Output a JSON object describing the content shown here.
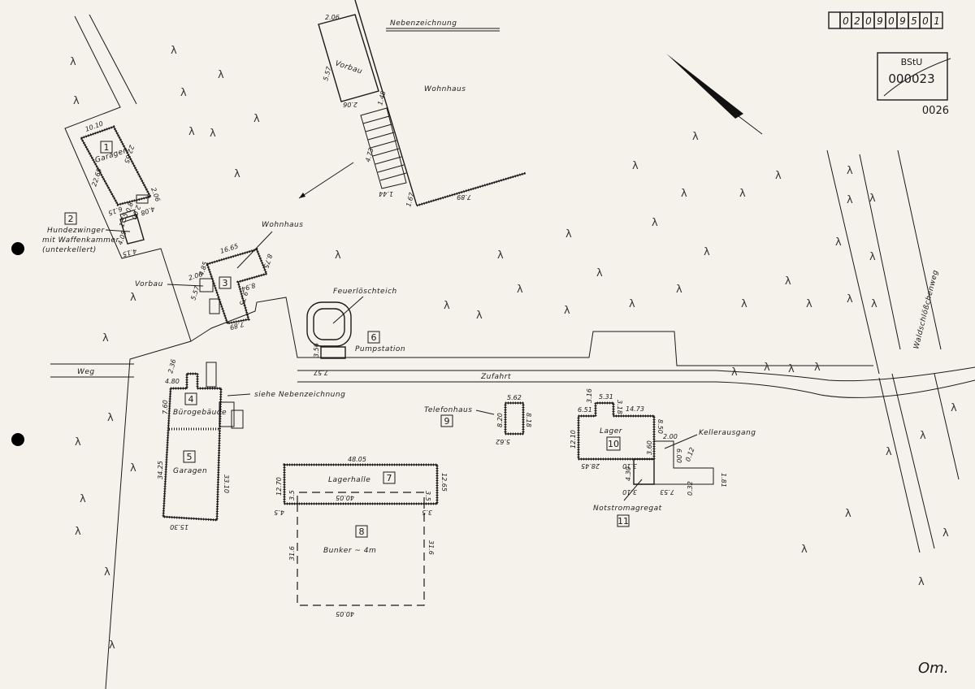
{
  "header": {
    "title": "Nebenzeichnung",
    "file_number_digits": [
      "",
      "0",
      "2",
      "0",
      "9",
      "0",
      "9",
      "5",
      "0",
      "1"
    ],
    "stamp_org": "BStU",
    "stamp_number": "000023",
    "page_number": "0026",
    "signature": "Om."
  },
  "detail_drawing": {
    "building_label": "Wohnhaus",
    "porch_label": "Vorbau",
    "dims": [
      "2.06",
      "5.57",
      "2.06",
      "1.48",
      "4.73",
      "1.44",
      "1.67",
      "7.89"
    ]
  },
  "roads": {
    "path_label": "Weg",
    "driveway_label": "Zufahrt",
    "street_label": "Waldschlößchenweg"
  },
  "buildings": [
    {
      "number": "1",
      "label": "Garagen",
      "dims": [
        "10.10",
        "22.65",
        "22.65",
        "6.15",
        "2.06",
        "2.00",
        "4.08"
      ]
    },
    {
      "number": "2",
      "label_lines": [
        "Hundezwinger",
        "mit Waffenkammer",
        "(unterkellert)"
      ],
      "dims": [
        "1.55",
        "4.05",
        "4.15",
        "0.8"
      ]
    },
    {
      "number": "3",
      "label": "Wohnhaus",
      "sub_label": "Vorbau",
      "dims": [
        "16.65",
        "4.85",
        "2.06",
        "5.57",
        "8.75",
        "8.94",
        "9.75",
        "7.89"
      ]
    },
    {
      "number": "4",
      "label": "Bürogebäude",
      "note": "siehe Nebenzeichnung",
      "dims": [
        "4.80",
        "2.36",
        "7.60"
      ]
    },
    {
      "number": "5",
      "label": "Garagen",
      "dims": [
        "34.25",
        "33.10",
        "15.30"
      ]
    },
    {
      "number": "6",
      "label": "Pumpstation",
      "pond_label": "Feuerlöschteich",
      "dims": [
        "3.56",
        "7.57"
      ]
    },
    {
      "number": "7",
      "label": "Lagerhalle",
      "dims": [
        "48.05",
        "12.70",
        "12.65",
        "40.05",
        "3.5",
        "3.5"
      ]
    },
    {
      "number": "8",
      "label": "Bunker ~ 4m",
      "dims": [
        "4.5",
        "3.5",
        "31.6",
        "31.6",
        "40.05"
      ]
    },
    {
      "number": "9",
      "label": "Telefonhaus",
      "dims": [
        "5.62",
        "8.20",
        "8.18",
        "5.62"
      ]
    },
    {
      "number": "10",
      "label": "Lager",
      "dims": [
        "6.51",
        "3.16",
        "5.31",
        "3.18",
        "14.73",
        "12.10",
        "8.50",
        "3.60",
        "28.45",
        "3.10"
      ]
    },
    {
      "number": "11",
      "label": "Notstromagregat",
      "dims": [
        "4.30",
        "3.10",
        "7.53",
        "0.32",
        "0.12",
        "1.81",
        "2.00",
        "6.00"
      ],
      "note": "Kellerausgang"
    }
  ]
}
